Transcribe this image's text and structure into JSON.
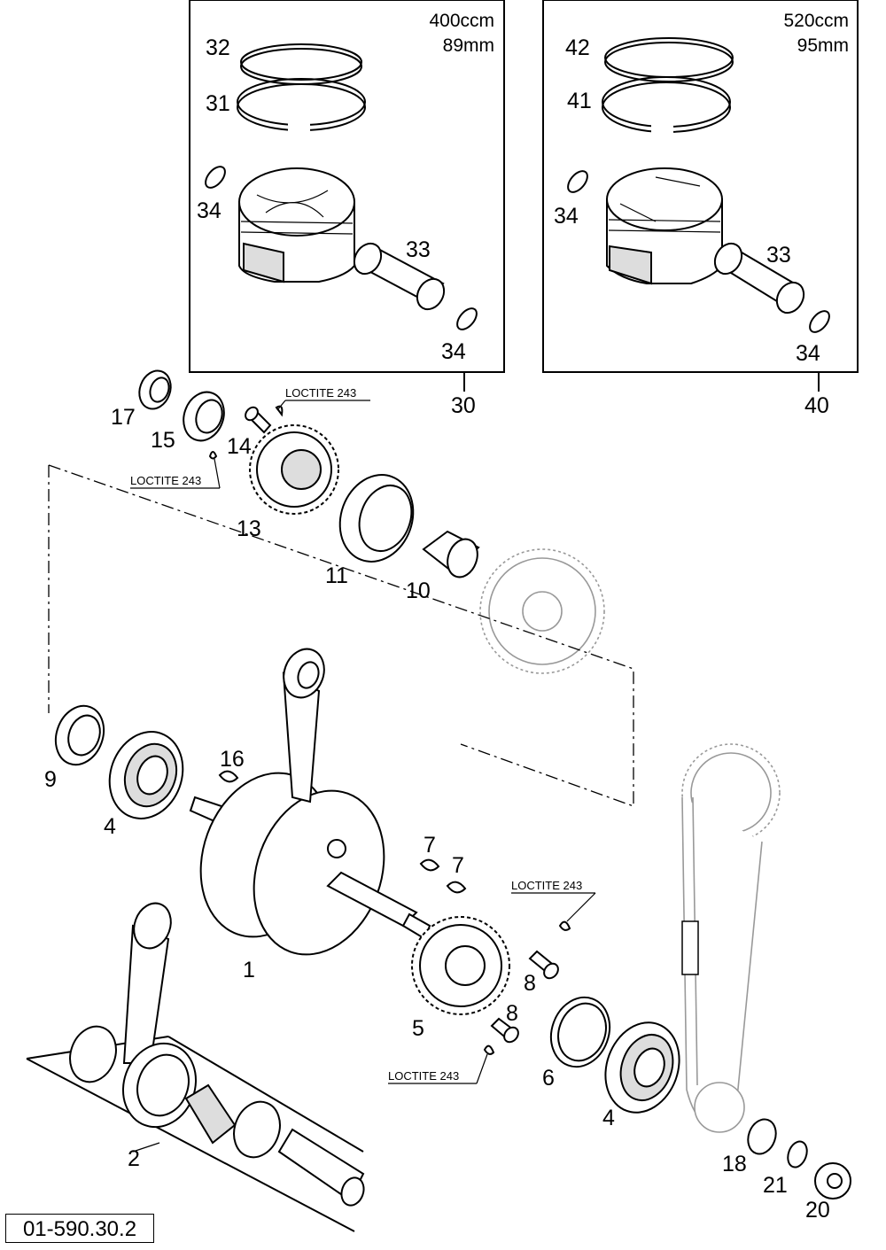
{
  "document_id": "01-590.30.2",
  "loctite_label": "LOCTITE 243",
  "kit_400": {
    "displacement": "400ccm",
    "bore": "89mm",
    "kit_number": "30"
  },
  "kit_520": {
    "displacement": "520ccm",
    "bore": "95mm",
    "kit_number": "40"
  },
  "callouts": {
    "p1": "1",
    "p2": "2",
    "p4a": "4",
    "p4b": "4",
    "p5": "5",
    "p6": "6",
    "p7a": "7",
    "p7b": "7",
    "p8a": "8",
    "p8b": "8",
    "p9": "9",
    "p10": "10",
    "p11": "11",
    "p13": "13",
    "p14": "14",
    "p15": "15",
    "p16": "16",
    "p17": "17",
    "p18": "18",
    "p20": "20",
    "p21": "21",
    "p31": "31",
    "p32": "32",
    "p33a": "33",
    "p34a": "34",
    "p34b": "34",
    "p41": "41",
    "p42": "42",
    "p33b": "33",
    "p34c": "34",
    "p34d": "34"
  }
}
